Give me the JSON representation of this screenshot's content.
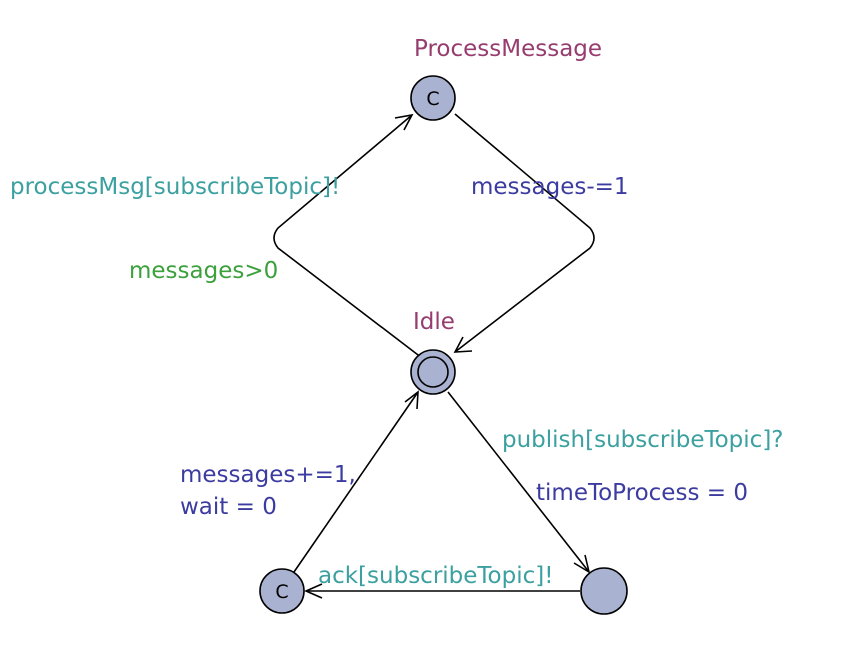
{
  "colors": {
    "location_name": "#963c6e",
    "assignment": "#3c3ca0",
    "guard": "#3ca03c",
    "sync": "#3ca0a0",
    "location_fill": "#a9b2d0",
    "edge": "#000000"
  },
  "locations": {
    "process_message": {
      "name": "ProcessMessage",
      "committed_mark": "C"
    },
    "idle": {
      "name": "Idle",
      "initial": true
    },
    "ack_state": {
      "name": "",
      "committed_mark": "C"
    },
    "publish_state": {
      "name": ""
    }
  },
  "edges": {
    "idle_to_process": {
      "guard": "messages>0",
      "sync": "processMsg[subscribeTopic]!"
    },
    "process_to_idle": {
      "assignment": "messages-=1"
    },
    "idle_to_publish": {
      "sync": "publish[subscribeTopic]?",
      "assignment": "timeToProcess = 0"
    },
    "publish_to_ack": {
      "sync": "ack[subscribeTopic]!"
    },
    "ack_to_idle": {
      "assignment_line1": "messages+=1,",
      "assignment_line2": "wait = 0"
    }
  }
}
